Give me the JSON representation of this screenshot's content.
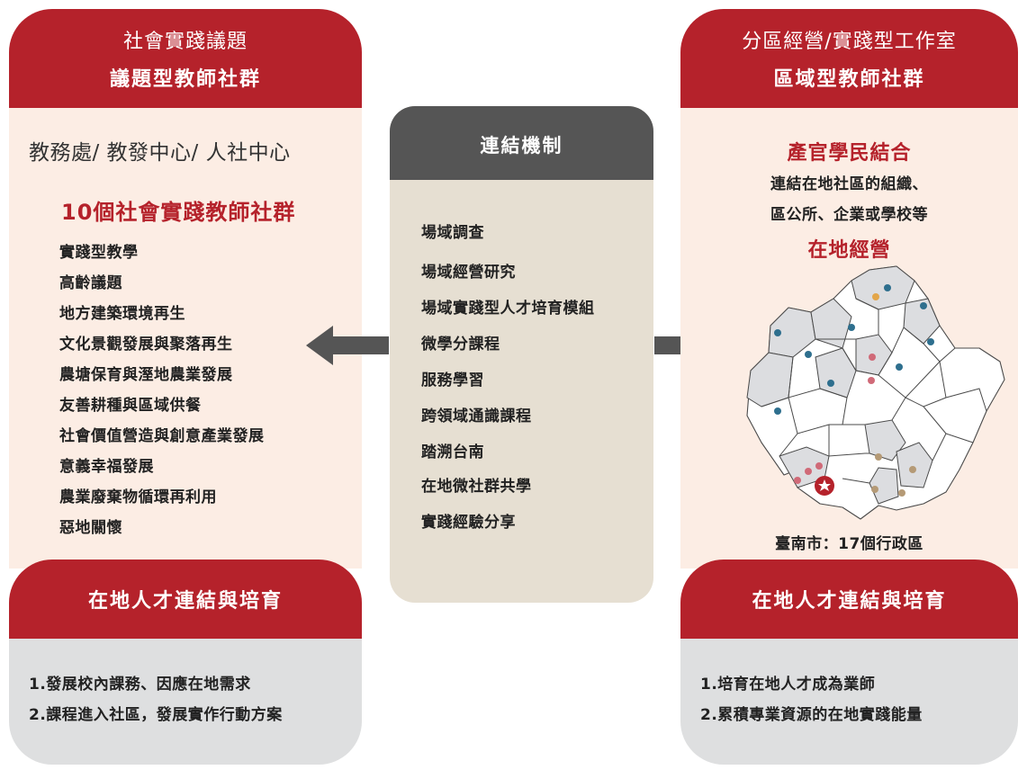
{
  "colors": {
    "brand_red": "#b5222b",
    "dark_gray": "#555555",
    "pink_bg": "#fcede4",
    "beige": "#e6dfd2",
    "light_gray": "#dedfe0",
    "map_fill": "#dcdde0"
  },
  "left": {
    "header_line1": "社會實踐議題",
    "header_line2": "議題型教師社群",
    "offices": "教務處/ 教發中心/ 人社中心",
    "groups_title": "10個社會實踐教師社群",
    "topics": [
      "實踐型教學",
      "高齡議題",
      "地方建築環境再生",
      "文化景觀發展與聚落再生",
      "農塘保育與溼地農業發展",
      "友善耕種與區域供餐",
      "社會價值營造與創意產業發展",
      "意義幸福發展",
      "農業廢棄物循環再利用",
      "惡地關懷"
    ],
    "footer_title": "在地人才連結與培育",
    "footer_items": [
      "1.發展校內課務、因應在地需求",
      "2.課程進入社區，發展實作行動方案"
    ]
  },
  "center": {
    "title": "連結機制",
    "items": [
      "場域調查",
      "場域經營研究",
      "場域實踐型人才培育模組",
      "微學分課程",
      "服務學習",
      "跨領域通識課程",
      "踏溯台南",
      "在地微社群共學",
      "實踐經驗分享"
    ]
  },
  "right": {
    "header_line1": "分區經營/實踐型工作室",
    "header_line2": "區域型教師社群",
    "subtitle": "產官學民結合",
    "desc_line1": "連結在地社區的組織、",
    "desc_line2": "區公所、企業或學校等",
    "highlight": "在地經營",
    "map_caption": "臺南市：17個行政區",
    "footer_title": "在地人才連結與培育",
    "footer_items": [
      "1.培育在地人才成為業師",
      "2.累積專業資源的在地實踐能量"
    ]
  },
  "map_dot_colors": {
    "blue": "#2e6f8e",
    "pink": "#d06a78",
    "tan": "#b59a76",
    "orange": "#e3a64a"
  }
}
